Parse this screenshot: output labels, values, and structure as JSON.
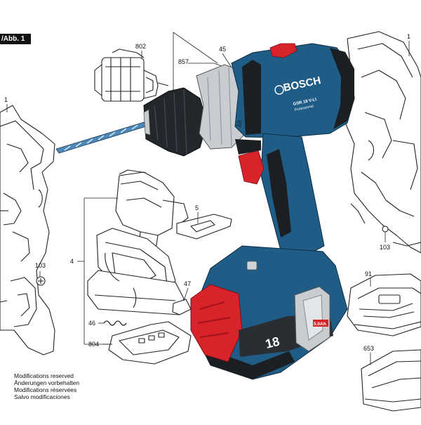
{
  "figure_tag": "/Abb. 1",
  "part_labels": {
    "p1_left": "1",
    "p1_right": "1",
    "p4": "4",
    "p5": "5",
    "p45": "45",
    "p46": "46",
    "p47": "47",
    "p91": "91",
    "p103_left": "103",
    "p103_right": "103",
    "p653": "653",
    "p802": "802",
    "p804": "804",
    "p857": "857"
  },
  "notes": [
    "Modifications reserved",
    "Änderungen vorbehalten",
    "Modifications réservées",
    "Salvo modificaciones"
  ],
  "drill": {
    "brand": "BOSCH",
    "model": "GSR 18 V-LI",
    "sub": "Professional",
    "battery_voltage": "18",
    "battery_capacity": "5.0Ah",
    "collar_mark": "18"
  },
  "colors": {
    "body_blue": "#1f5d86",
    "dark": "#1b1e22",
    "red": "#d8232a",
    "line": "#222222"
  }
}
